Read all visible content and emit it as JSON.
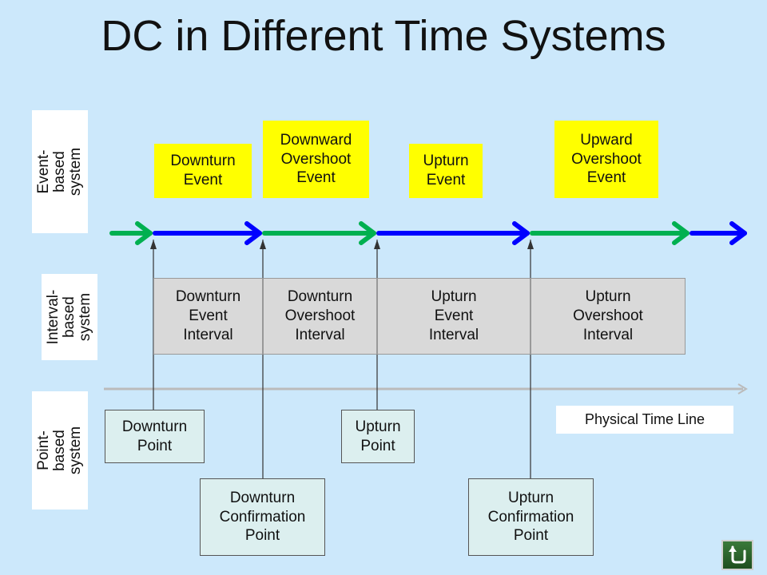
{
  "title": "DC in Different Time Systems",
  "side_labels": {
    "event": "Event-based\nsystem",
    "interval": "Interval-\nbased\nsystem",
    "point": "Point-based\nsystem"
  },
  "events": {
    "downturn": "Downturn\nEvent",
    "downward_overshoot": "Downward\nOvershoot\nEvent",
    "upturn": "Upturn\nEvent",
    "upward_overshoot": "Upward\nOvershoot\nEvent"
  },
  "intervals": {
    "downturn_event": "Downturn\nEvent\nInterval",
    "downturn_overshoot": "Downturn\nOvershoot\nInterval",
    "upturn_event": "Upturn\nEvent\nInterval",
    "upturn_overshoot": "Upturn\nOvershoot\nInterval"
  },
  "points": {
    "downturn": "Downturn\nPoint",
    "downturn_confirmation": "Downturn\nConfirmation\nPoint",
    "upturn": "Upturn\nPoint",
    "upturn_confirmation": "Upturn\nConfirmation\nPoint"
  },
  "physical_time_line": "Physical Time Line",
  "colors": {
    "background": "#cce8fb",
    "event_box": "#ffff00",
    "green_arrow": "#00b050",
    "blue_arrow": "#0000ff",
    "interval_box": "#d9d9d9",
    "point_box": "#dcefef"
  },
  "icons": {
    "return": "return-arrow-icon"
  }
}
